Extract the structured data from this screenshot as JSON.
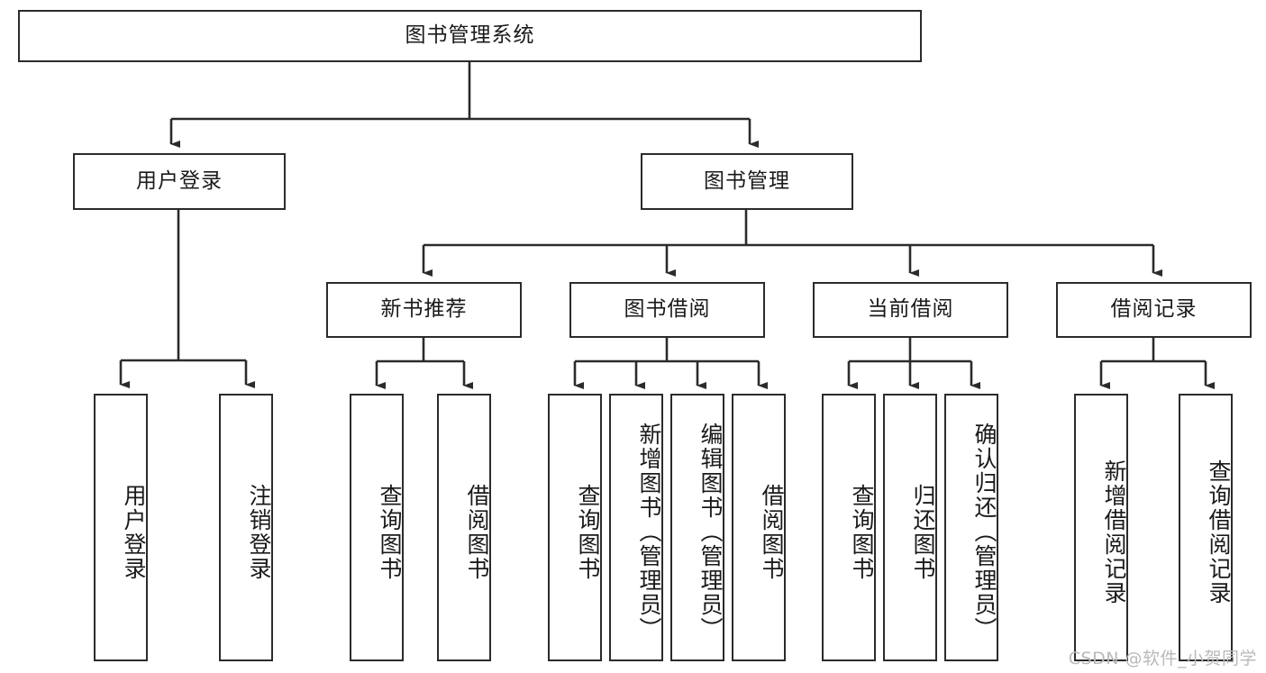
{
  "diagram": {
    "title": "图书管理系统",
    "type": "tree-hierarchy-diagram",
    "colors": {
      "box_border": "#2b2b2b",
      "box_fill": "#ffffff",
      "edge": "#2b2b2b",
      "text": "#1a1a1a",
      "watermark": "#b9b9b9",
      "background": "#ffffff"
    },
    "root": {
      "label": "图书管理系统"
    },
    "level2": [
      {
        "label": "用户登录"
      },
      {
        "label": "图书管理"
      }
    ],
    "level3": [
      {
        "label": "新书推荐"
      },
      {
        "label": "图书借阅"
      },
      {
        "label": "当前借阅"
      },
      {
        "label": "借阅记录"
      }
    ],
    "leaves": {
      "user_login": [
        {
          "label": "用户登录"
        },
        {
          "label": "注销登录"
        }
      ],
      "new_book_recommend": [
        {
          "label": "查询图书"
        },
        {
          "label": "借阅图书"
        }
      ],
      "book_borrow": [
        {
          "label": "查询图书"
        },
        {
          "label": "新增图书（管理员）"
        },
        {
          "label": "编辑图书（管理员）"
        },
        {
          "label": "借阅图书"
        }
      ],
      "current_borrow": [
        {
          "label": "查询图书"
        },
        {
          "label": "归还图书"
        },
        {
          "label": "确认归还（管理员）"
        }
      ],
      "borrow_record": [
        {
          "label": "新增借阅记录"
        },
        {
          "label": "查询借阅记录"
        }
      ]
    }
  },
  "watermark": {
    "text": "CSDN @软件_小贺同学"
  }
}
